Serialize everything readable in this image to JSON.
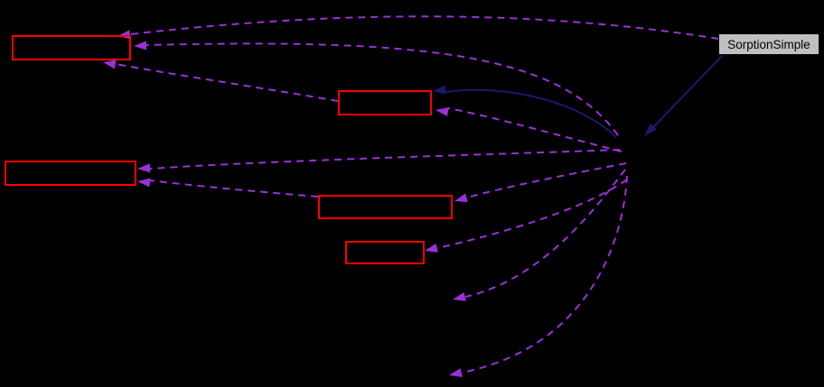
{
  "diagram": {
    "kind": "collaboration-graph",
    "main_node": {
      "label": "SorptionSimple"
    },
    "nodes": [
      {
        "id": "node-1",
        "label": ""
      },
      {
        "id": "node-2",
        "label": ""
      },
      {
        "id": "node-3",
        "label": ""
      },
      {
        "id": "node-4",
        "label": ""
      },
      {
        "id": "node-5",
        "label": ""
      }
    ],
    "edges": [
      {
        "from": "SorptionSimple",
        "to": "node-1",
        "style": "dashed"
      },
      {
        "from": "hub",
        "to": "node-1",
        "style": "dashed"
      },
      {
        "from": "node-2",
        "to": "node-1",
        "style": "dashed"
      },
      {
        "from": "hub",
        "to": "node-2",
        "style": "solid"
      },
      {
        "from": "SorptionSimple",
        "to": "hub",
        "style": "solid"
      },
      {
        "from": "hub",
        "to": "node-2",
        "style": "dashed"
      },
      {
        "from": "hub",
        "to": "node-3",
        "style": "dashed"
      },
      {
        "from": "node-4",
        "to": "node-3",
        "style": "dashed"
      },
      {
        "from": "hub",
        "to": "node-4",
        "style": "dashed"
      },
      {
        "from": "hub",
        "to": "node-5",
        "style": "dashed"
      },
      {
        "from": "hub",
        "to": "unlabeled-a",
        "style": "dashed"
      },
      {
        "from": "hub",
        "to": "unlabeled-b",
        "style": "dashed"
      }
    ]
  },
  "colors": {
    "background": "#000000",
    "node_border": "#ff0000",
    "edge_usage": "#9b30d8",
    "edge_inherit": "#191970",
    "main_node_bg": "#c0c0c0",
    "main_node_border": "#000000",
    "main_node_text": "#000000"
  }
}
